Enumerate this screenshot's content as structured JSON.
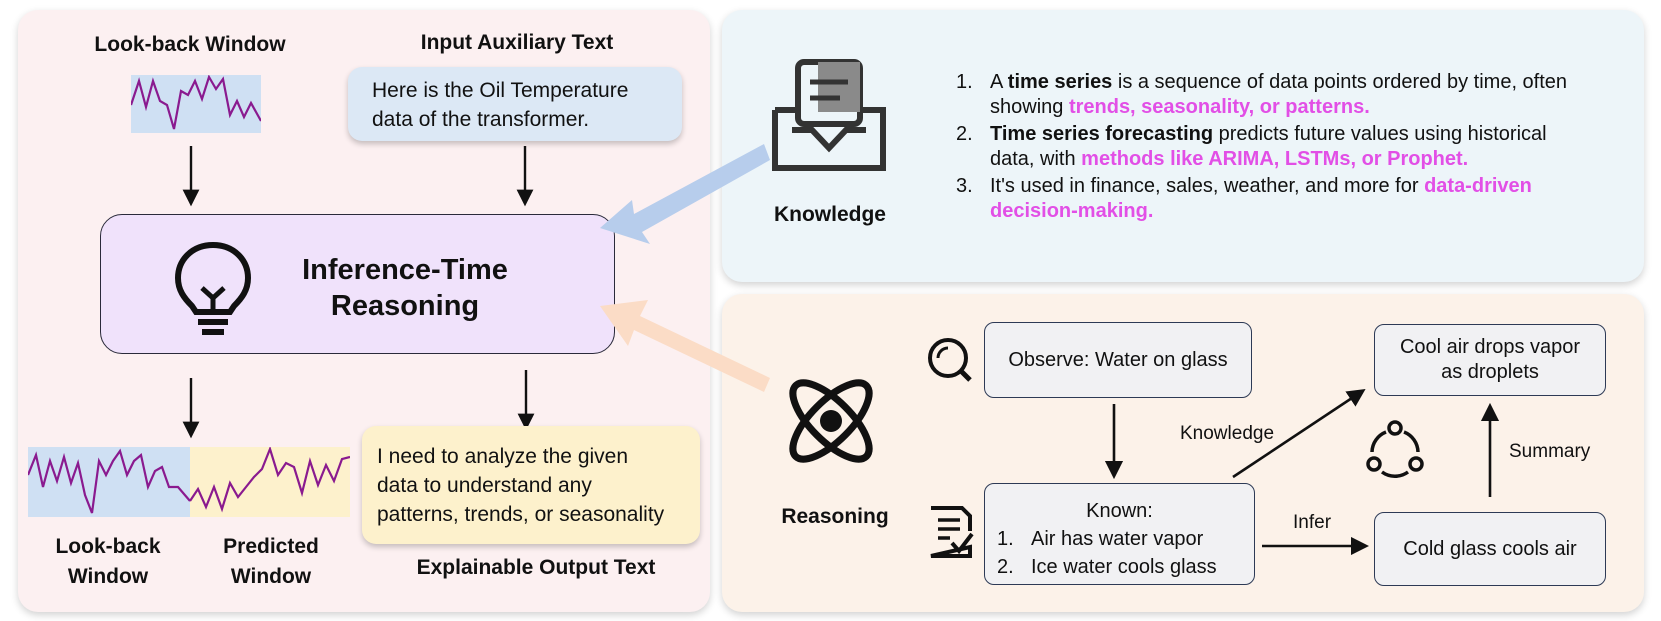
{
  "left": {
    "lookback_title": "Look-back Window",
    "aux_title": "Input Auxiliary Text",
    "aux_text_line1": "Here is the Oil Temperature",
    "aux_text_line2": "data of the transformer.",
    "reasoning_title_line1": "Inference-Time",
    "reasoning_title_line2": "Reasoning",
    "output_label_lookback_line1": "Look-back",
    "output_label_lookback_line2": "Window",
    "output_label_predicted_line1": "Predicted",
    "output_label_predicted_line2": "Window",
    "output_text_line1": "I need to analyze the given",
    "output_text_line2": "data to understand any",
    "output_text_line3": "patterns, trends, or seasonality",
    "output_title": "Explainable Output Text"
  },
  "knowledge": {
    "label": "Knowledge",
    "items": [
      {
        "num": "1.",
        "pre": "A ",
        "bold": "time series",
        "mid": " is a sequence of data points ordered by time, often showing ",
        "pink": "trends, seasonality, or patterns."
      },
      {
        "num": "2.",
        "pre": "",
        "bold": "Time series forecasting",
        "mid": " predicts future values using historical data, with ",
        "pink": "methods like ARIMA, LSTMs, or Prophet."
      },
      {
        "num": "3.",
        "pre": "",
        "bold": "",
        "mid": "It's used in finance, sales, weather, and more for ",
        "pink": "data-driven decision-making."
      }
    ]
  },
  "reasoning": {
    "label": "Reasoning",
    "observe": "Observe: Water on glass",
    "known_title": "Known:",
    "known_items": [
      {
        "num": "1.",
        "text": "Air has water vapor"
      },
      {
        "num": "2.",
        "text": "Ice water cools glass"
      }
    ],
    "cold_glass": "Cold glass cools air",
    "cool_air_line1": "Cool air drops vapor",
    "cool_air_line2": "as droplets",
    "edge_knowledge": "Knowledge",
    "edge_infer": "Infer",
    "edge_summary": "Summary"
  },
  "colors": {
    "accent_pink": "#e24fe6",
    "series_purple": "#8a1a8f",
    "lookback_fill": "#cfe0f3",
    "predicted_fill": "#fdf1cc",
    "reasoning_box": "#f0e2fb"
  },
  "icons": [
    "lightbulb-icon",
    "inbox-document-icon",
    "atom-icon",
    "search-icon",
    "checklist-icon",
    "cycle-icon"
  ]
}
